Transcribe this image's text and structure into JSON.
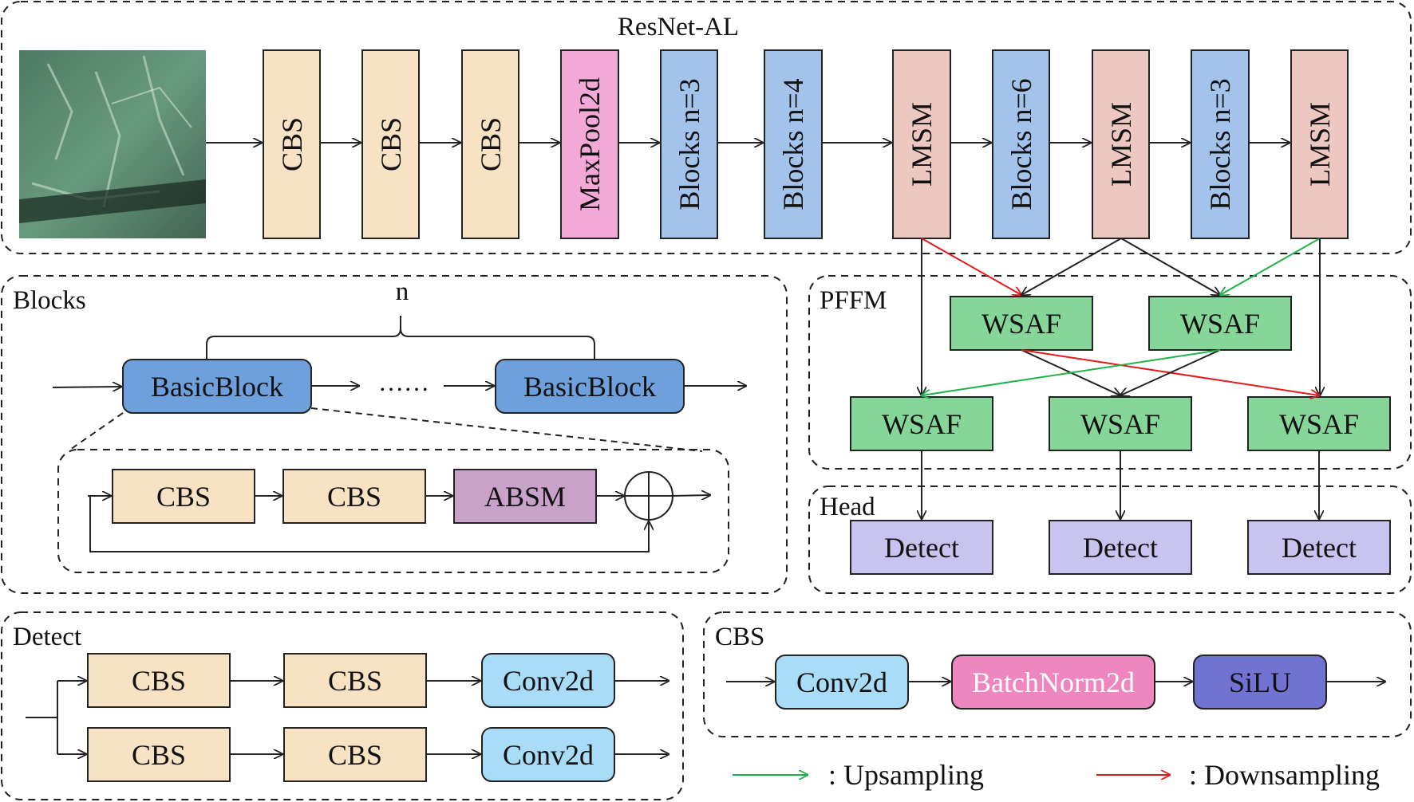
{
  "colors": {
    "cbs": "#f8e2c4",
    "maxpool": "#f3a9d8",
    "blocks": "#a4c3eb",
    "lmsm": "#ecc8c0",
    "wsaf": "#86d69a",
    "detect": "#c9c4ef",
    "basicblock": "#6ea0de",
    "absm": "#c8a2c8",
    "conv2d": "#a9dcf6",
    "batchnorm": "#ee86c0",
    "silu": "#7272d2",
    "upsampling": "#1fb24a",
    "downsampling": "#e31a1a"
  },
  "resnet": {
    "title": "ResNet-AL",
    "input_image": "aerial-vegetation-image",
    "blocks": [
      "CBS",
      "CBS",
      "CBS",
      "MaxPool2d",
      "Blocks n=3",
      "Blocks n=4",
      "LMSM",
      "Blocks n=6",
      "LMSM",
      "Blocks n=3",
      "LMSM"
    ]
  },
  "blocks_panel": {
    "title": "Blocks",
    "repeat_label": "n",
    "ellipsis": "……",
    "block_label": "BasicBlock",
    "inner": [
      "CBS",
      "CBS",
      "ABSM"
    ]
  },
  "pffm": {
    "title": "PFFM",
    "node_label": "WSAF"
  },
  "head": {
    "title": "Head",
    "node_label": "Detect"
  },
  "detect_panel": {
    "title": "Detect",
    "cbs_label": "CBS",
    "conv_label": "Conv2d"
  },
  "cbs_panel": {
    "title": "CBS",
    "items": [
      "Conv2d",
      "BatchNorm2d",
      "SiLU"
    ]
  },
  "legend": {
    "upsampling": ": Upsampling",
    "downsampling": ": Downsampling"
  }
}
